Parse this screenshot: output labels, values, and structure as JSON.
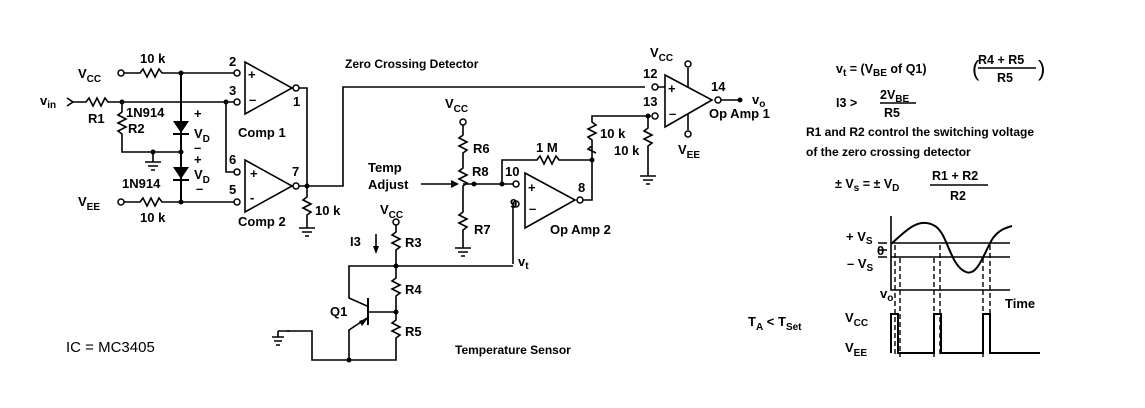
{
  "titles": {
    "zero_crossing": "Zero Crossing Detector",
    "temp_sensor": "Temperature Sensor",
    "ic": "IC = MC3405"
  },
  "input": {
    "vin": "v",
    "vin_sub": "in",
    "vcc": "V",
    "vcc_sub": "CC",
    "vee": "V",
    "vee_sub": "EE"
  },
  "components": {
    "r_top": "10 k",
    "r_bottom": "10 k",
    "r1": "R1",
    "r2": "R2",
    "d1": "1N914",
    "d2": "1N914",
    "vd_plus": "+",
    "vd_minus": "–",
    "vd": "V",
    "vd_sub": "D",
    "comp1": "Comp 1",
    "comp2": "Comp 2",
    "comp_out_r": "10 k",
    "r6": "R6",
    "r7": "R7",
    "r8": "R8",
    "r3": "R3",
    "r4": "R4",
    "r5": "R5",
    "q1": "Q1",
    "i3": "I3",
    "r_fb": "1 M",
    "r_div_top": "10 k",
    "r_div_bot": "10 k",
    "opamp1": "Op Amp 1",
    "opamp2": "Op Amp 2",
    "temp_adjust_1": "Temp",
    "temp_adjust_2": "Adjust",
    "vt": "v",
    "vt_sub": "t",
    "vo": "v",
    "vo_sub": "o",
    "plus": "+",
    "minus": "–"
  },
  "pins": {
    "p1": "1",
    "p2": "2",
    "p3": "3",
    "p5": "5",
    "p6": "6",
    "p7": "7",
    "p8": "8",
    "p9": "9",
    "p10": "10",
    "p12": "12",
    "p13": "13",
    "p14": "14"
  },
  "equations": {
    "eq1_lhs": "v",
    "eq1_lhs_sub": "t",
    "eq1_mid": " = (V",
    "eq1_mid_sub": "BE",
    "eq1_tail": " of Q1)",
    "eq1_num": "R4 + R5",
    "eq1_den": "R5",
    "eq2_lhs": "I3 >",
    "eq2_num": "2V",
    "eq2_num_sub": "BE",
    "eq2_den": "R5",
    "note_line1": "R1 and R2 control the switching voltage",
    "note_line2": "of the zero crossing detector",
    "eq3_lhs": "± V",
    "eq3_lhs_sub": "s",
    "eq3_mid": " = ± V",
    "eq3_mid_sub": "D",
    "eq3_num": "R1 + R2",
    "eq3_den": "R2"
  },
  "waveform": {
    "plus_vs": "+ V",
    "plus_vs_sub": "S",
    "zero": "0",
    "minus_vs": "– V",
    "minus_vs_sub": "S",
    "vo": "v",
    "vo_sub": "o",
    "time": "Time",
    "vcc": "V",
    "vcc_sub": "CC",
    "vee": "V",
    "vee_sub": "EE",
    "condition_t": "T",
    "condition_a": "A",
    "condition_lt": " < T",
    "condition_set": "Set"
  }
}
